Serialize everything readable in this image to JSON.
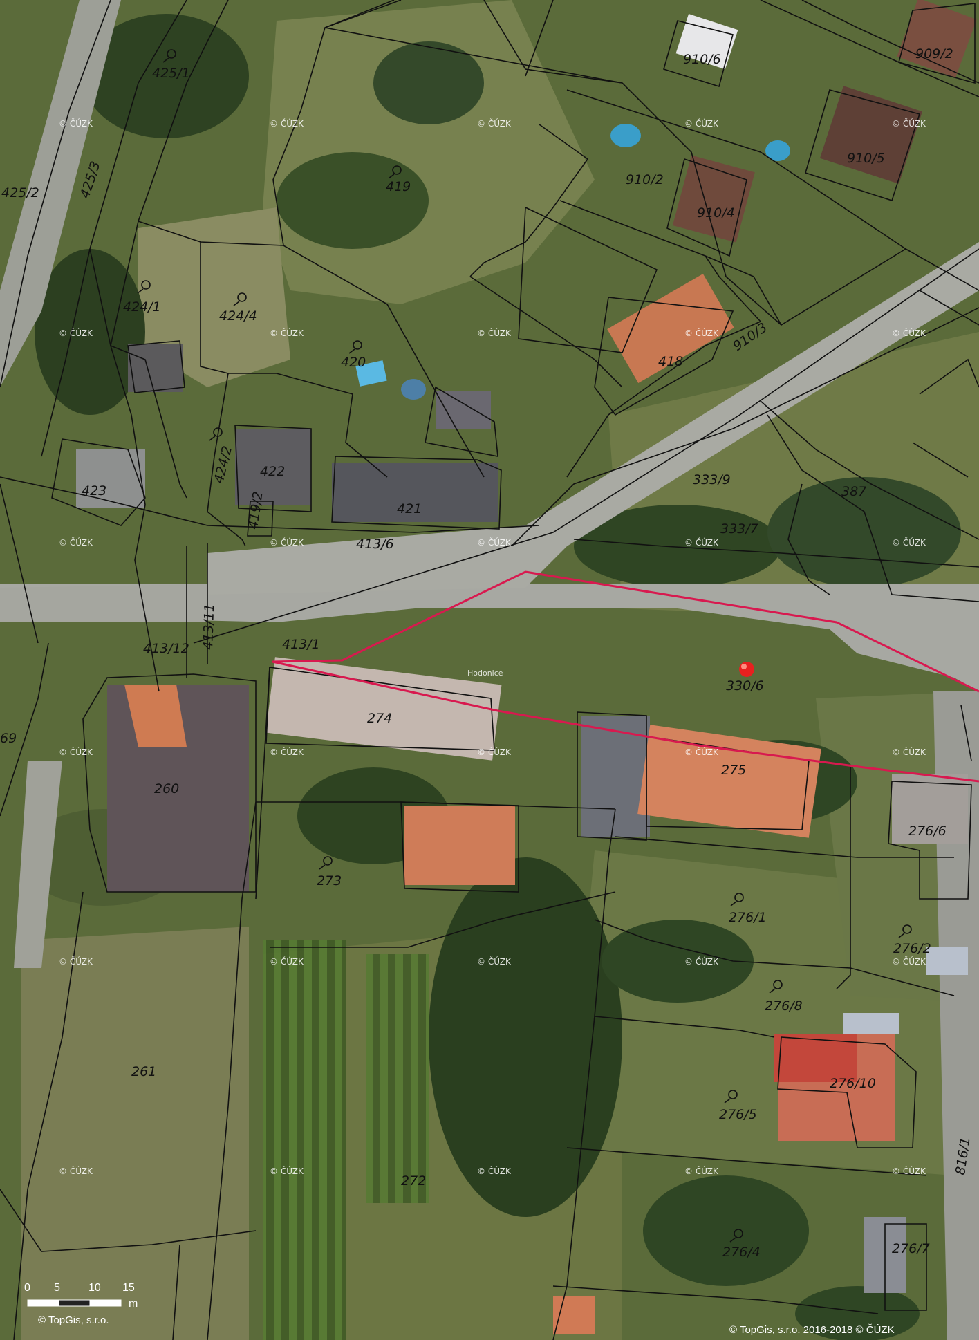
{
  "map": {
    "place_name": "Hodonice",
    "parcel_labels": [
      "425/1",
      "425/3",
      "425/2",
      "424/1",
      "424/4",
      "419",
      "420",
      "910/6",
      "909/2",
      "910/2",
      "910/5",
      "910/4",
      "910/3",
      "418",
      "423",
      "424/2",
      "422",
      "419/2",
      "421",
      "413/6",
      "333/9",
      "387",
      "333/7",
      "413/12",
      "413/11",
      "413/1",
      "274",
      "330/6",
      "69",
      "260",
      "275",
      "276/6",
      "273",
      "276/1",
      "276/2",
      "276/8",
      "261",
      "276/10",
      "276/5",
      "272",
      "816/1",
      "276/4",
      "276/7"
    ],
    "watermark": "© ČÚZK",
    "scale_bar": {
      "ticks": [
        "0",
        "5",
        "10",
        "15"
      ],
      "unit": "m"
    },
    "copyright_left": "© TopGis, s.r.o.",
    "copyright_right": "© TopGis, s.r.o. 2016-2018 © ČÚZK",
    "colors": {
      "boundary": "#111111",
      "highlight": "#d8194f",
      "marker": "#e8201f",
      "road": "#a7a8a2"
    }
  }
}
